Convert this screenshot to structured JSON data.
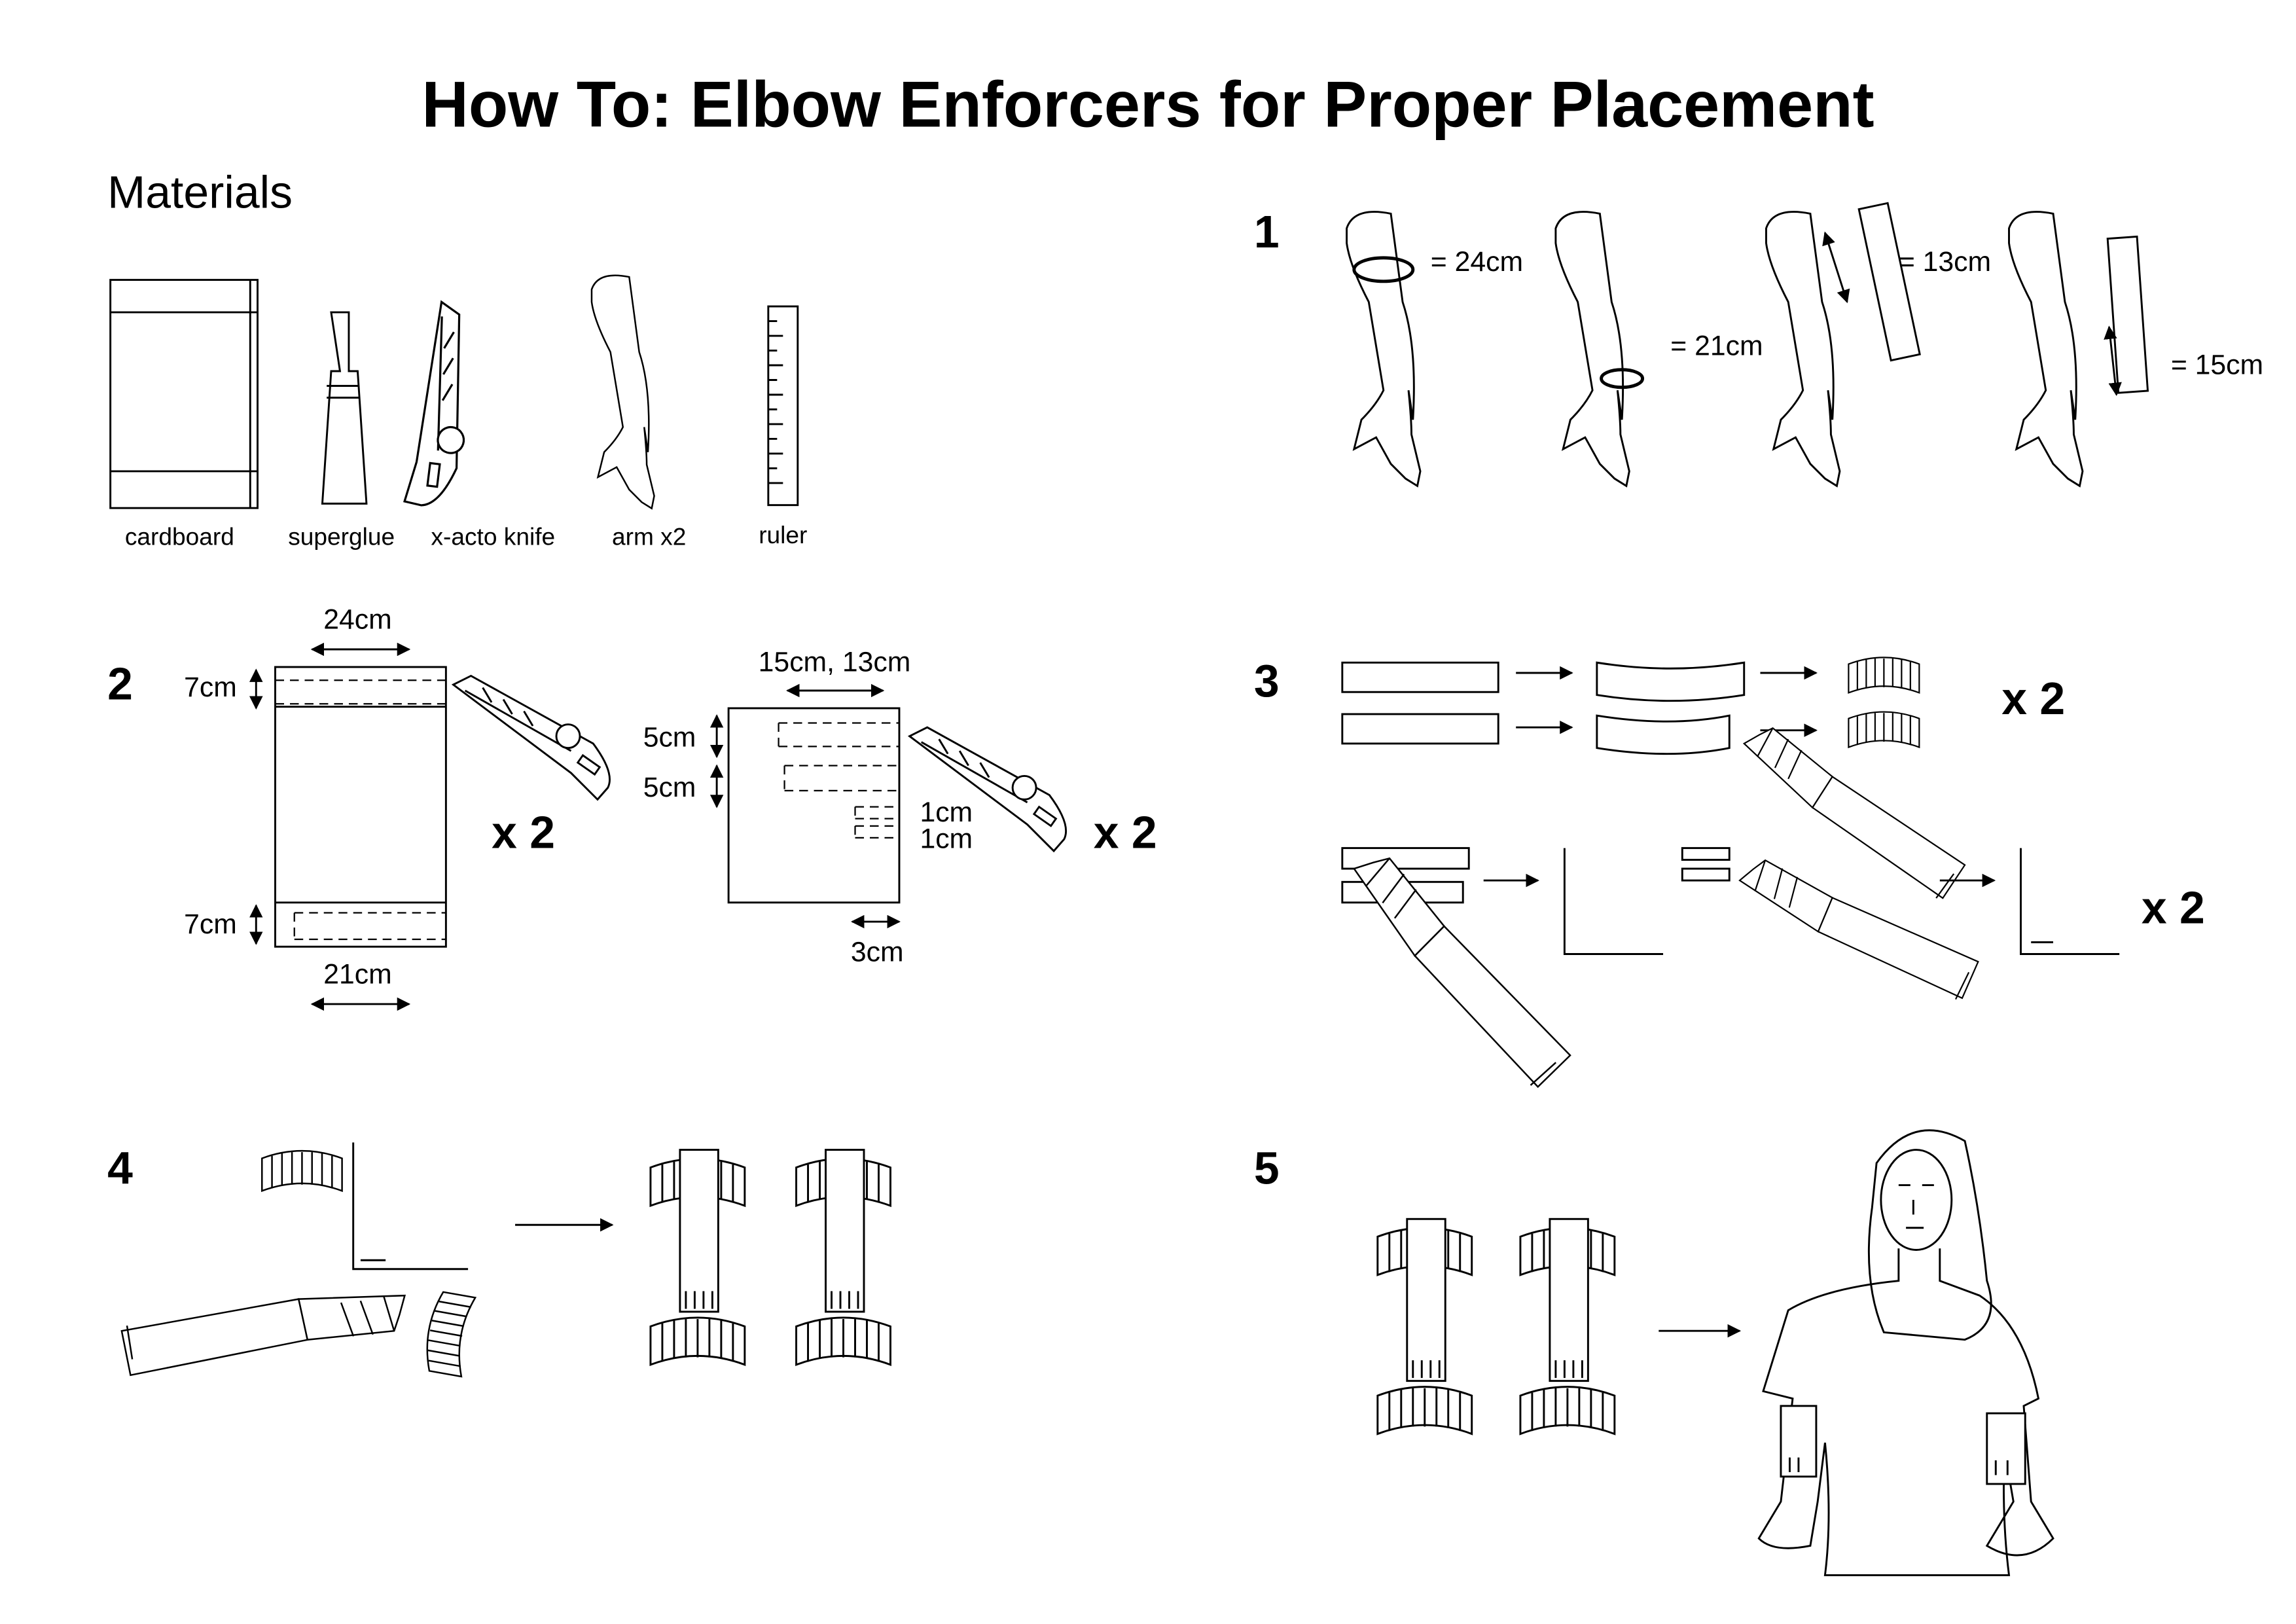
{
  "title": "How To: Elbow Enforcers for Proper Placement",
  "materials": {
    "heading": "Materials",
    "items": [
      {
        "label": "cardboard",
        "icon": "cardboard-icon"
      },
      {
        "label": "superglue",
        "icon": "glue-tube-icon"
      },
      {
        "label": "x-acto knife",
        "icon": "knife-icon"
      },
      {
        "label": "arm x2",
        "icon": "arm-icon"
      },
      {
        "label": "ruler",
        "icon": "ruler-icon"
      }
    ]
  },
  "steps": {
    "s1": {
      "number": "1",
      "measurements": [
        "= 24cm",
        "= 21cm",
        "= 13cm",
        "= 15cm"
      ]
    },
    "s2": {
      "number": "2",
      "top_width": "24cm",
      "top_band": "7cm",
      "bottom_band": "7cm",
      "bottom_width": "21cm",
      "multiplier_a": "x 2",
      "piece_width": "15cm, 13cm",
      "slot_a": "5cm",
      "slot_b": "5cm",
      "tab_a": "1cm",
      "tab_b": "1cm",
      "tab_width": "3cm",
      "multiplier_b": "x 2"
    },
    "s3": {
      "number": "3",
      "multiplier_a": "x 2",
      "multiplier_b": "x 2"
    },
    "s4": {
      "number": "4"
    },
    "s5": {
      "number": "5"
    }
  }
}
